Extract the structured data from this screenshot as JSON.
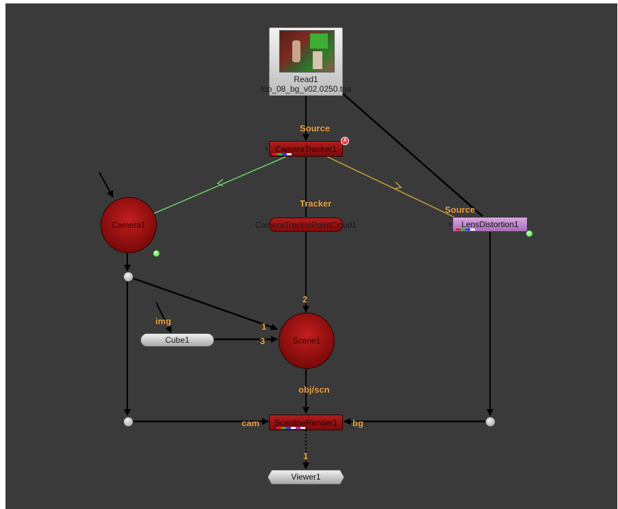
{
  "read": {
    "title": "Read1",
    "file": "top_08_bg_v02.0250.tga"
  },
  "camera_tracker": {
    "label": "CameraTracker1",
    "badge": "A"
  },
  "point_cloud": {
    "label": "CameraTrackerPointCloud1"
  },
  "lens_distortion": {
    "label": "LensDistortion1"
  },
  "camera": {
    "label": "Camera1"
  },
  "scene": {
    "label": "Scene1"
  },
  "cube": {
    "label": "Cube1"
  },
  "scanline_render": {
    "label": "ScanlineRender1"
  },
  "viewer": {
    "label": "Viewer1"
  },
  "input_labels": {
    "source_tracker": "Source",
    "tracker": "Tracker",
    "source_lens": "Source",
    "scene_in_2": "2",
    "scene_in_1": "1",
    "scene_in_3": "3",
    "img": "img",
    "obj_scn": "obj/scn",
    "cam": "cam",
    "bg": "bg",
    "viewer_in_1": "1"
  },
  "colors": {
    "canvas": "#3a3a3a",
    "wire": "#000000",
    "label": "#f0a64a",
    "node_red": "#b01d1d",
    "lens_purple": "#b77cc4",
    "wire_green": "#6fd36a",
    "wire_yellow": "#c9a23a"
  }
}
